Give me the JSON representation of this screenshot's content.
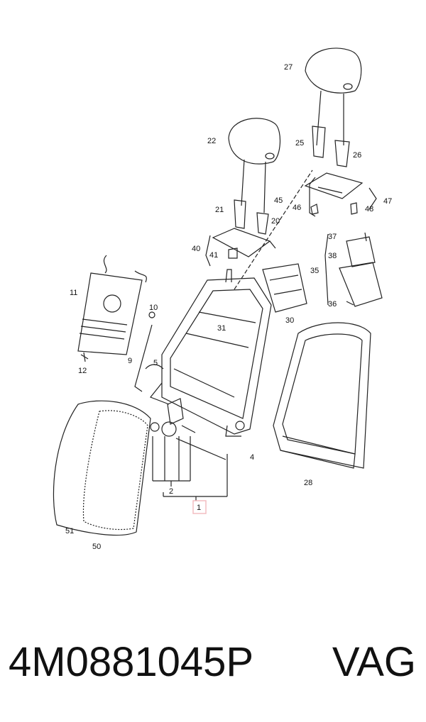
{
  "callouts": {
    "c1": "1",
    "c2": "2",
    "c4": "4",
    "c5": "5",
    "c9": "9",
    "c10": "10",
    "c11": "11",
    "c12": "12",
    "c20": "20",
    "c21": "21",
    "c22": "22",
    "c25": "25",
    "c26": "26",
    "c27": "27",
    "c28": "28",
    "c30": "30",
    "c31": "31",
    "c35": "35",
    "c36": "36",
    "c37": "37",
    "c38": "38",
    "c40": "40",
    "c41": "41",
    "c45": "45",
    "c46": "46",
    "c47": "47",
    "c48": "48",
    "c50": "50",
    "c51": "51"
  },
  "footer": {
    "part_number": "4M0881045P",
    "brand": "VAG"
  },
  "colors": {
    "line": "#222222",
    "highlight_box": "#f2b8bd"
  }
}
